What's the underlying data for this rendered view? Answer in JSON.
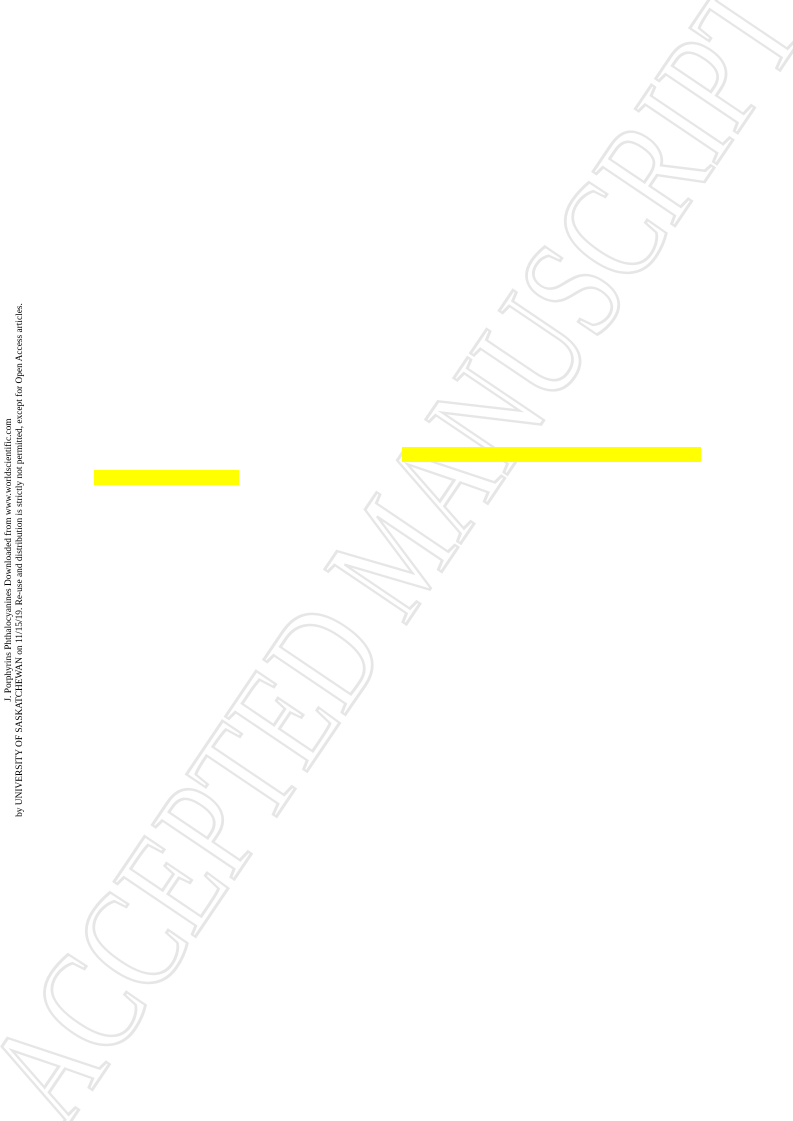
{
  "document": {
    "watermark": "ACCEPTED MANUSCRIPT",
    "side_notice": {
      "line1": "J. Porphyrins Phthalocyanines Downloaded from www.worldscientific.com",
      "line2": "by UNIVERSITY OF SASKATCHEWAN on 11/15/19. Re-use and distribution is strictly not permitted, except for Open Access articles."
    },
    "highlight_color": "#ffff00"
  }
}
